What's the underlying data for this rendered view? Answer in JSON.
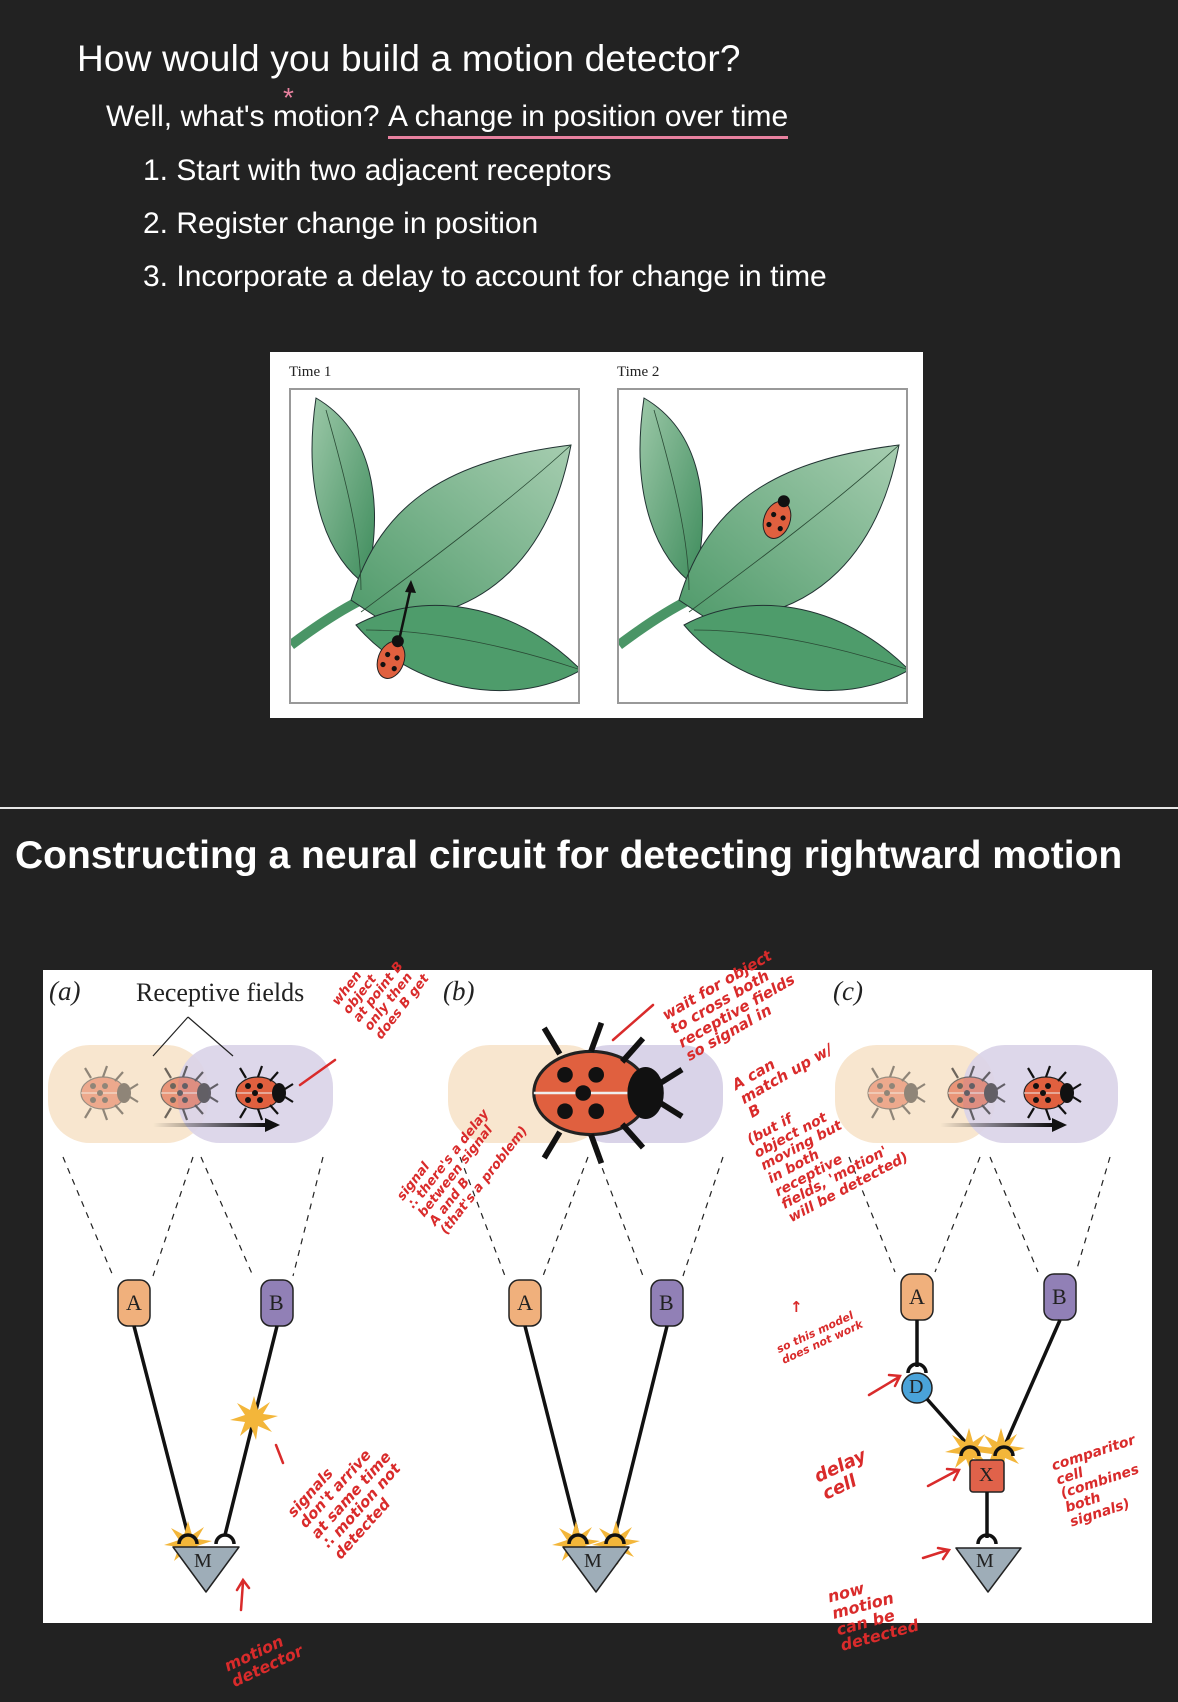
{
  "slide1": {
    "title": "How would you build a motion detector?",
    "subtitle_prefix": "Well, what's motion? ",
    "subtitle_highlight": "A change in position over time",
    "asterisk": "*",
    "steps": [
      "1. Start with two adjacent receptors",
      "2. Register change in position",
      "3. Incorporate a delay to account for change in time"
    ],
    "figure": {
      "panels": [
        {
          "label": "Time 1"
        },
        {
          "label": "Time 2"
        }
      ]
    }
  },
  "slide2": {
    "title": "Constructing a neural circuit for detecting rightward motion",
    "figure": {
      "panel_labels": [
        "(a)",
        "(b)",
        "(c)"
      ],
      "receptive_fields_label": "Receptive fields",
      "nodes": {
        "a": "A",
        "b": "B",
        "m": "M",
        "d": "D",
        "x": "X"
      }
    },
    "annotations": {
      "a_top": [
        "when",
        "object",
        "at point B",
        "only then",
        "does B get",
        "signal",
        "∴ there's a delay",
        "between signal",
        "A and B",
        "(that's a problem)"
      ],
      "a_signals": [
        "signals",
        "don't arrive",
        "at same time",
        "∴ motion not",
        "detected"
      ],
      "a_motion_detector": [
        "motion",
        "detector"
      ],
      "b_top": [
        "wait for object",
        "to cross both",
        "receptive fields",
        "so signal in",
        "A can",
        "match up w/",
        "B",
        "(but if",
        "object not",
        "moving but",
        "in both",
        "receptive",
        "fields, 'motion'",
        "will be detected)",
        "↑",
        "so this model",
        "does not work"
      ],
      "c_delay": [
        "delay",
        "cell"
      ],
      "c_comparitor": [
        "comparitor",
        "cell",
        "(combines",
        "both",
        "signals)"
      ],
      "c_now": [
        "now",
        "motion",
        "can be",
        "detected"
      ]
    },
    "colors": {
      "field_a": "#f8e6cf",
      "field_b": "#d9d3e8",
      "node_a": "#f0b07c",
      "node_b": "#9180b6",
      "node_d": "#4aa3d9",
      "node_x": "#e0624a",
      "node_m": "#9eadb8",
      "burst": "#f3b63a",
      "annotation": "#d92b2b"
    }
  }
}
